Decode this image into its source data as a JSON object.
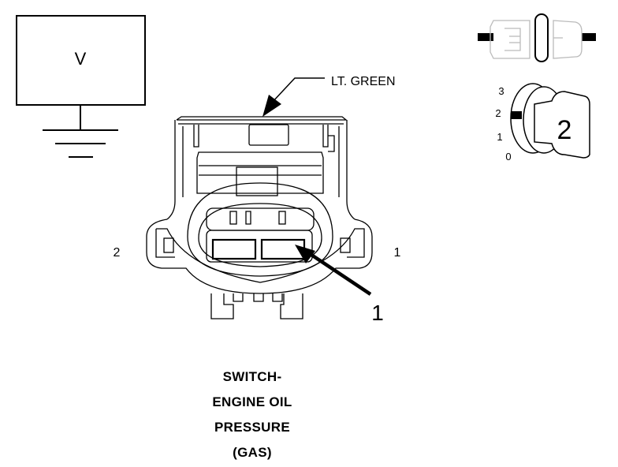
{
  "meter": {
    "label": "V"
  },
  "wire": {
    "color_label": "LT. GREEN"
  },
  "connector": {
    "pin_left_label": "2",
    "pin_right_label": "1",
    "callout_label": "1"
  },
  "ignition": {
    "positions": [
      "3",
      "2",
      "1",
      "0"
    ],
    "key_label": "2"
  },
  "title": {
    "line1": "SWITCH-",
    "line2": "ENGINE OIL",
    "line3": "PRESSURE",
    "line4": "(GAS)"
  }
}
